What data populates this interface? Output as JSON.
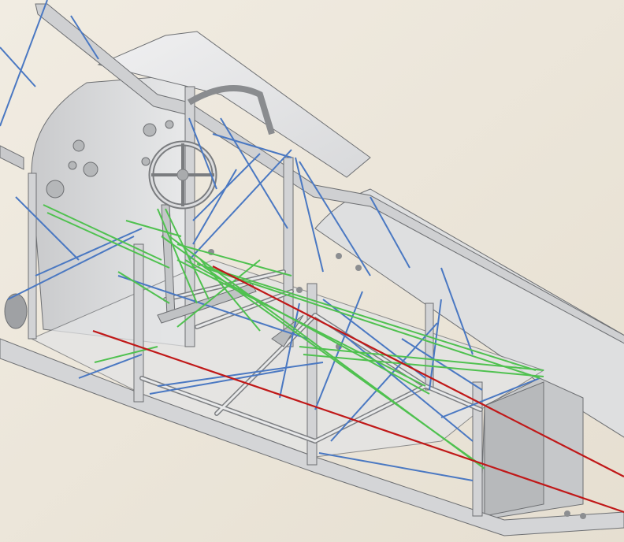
{
  "image": {
    "subject": "fuselage-frame-rigging-cutaway",
    "background_color": "#ece6da",
    "colors": {
      "frame": "#d9dadb",
      "frame_shade": "#b8babc",
      "frame_dark": "#8e9093",
      "outline": "#6d6f72",
      "panel": "#e6e7e8",
      "bracing_wires": "#4a78c2",
      "control_cables": "#4fc14f",
      "red_lines": "#c01818"
    },
    "line_groups": [
      {
        "key": "bracing_wires",
        "color": "#4a78c2"
      },
      {
        "key": "control_cables",
        "color": "#4fc14f"
      },
      {
        "key": "red_lines",
        "color": "#c01818"
      }
    ]
  }
}
